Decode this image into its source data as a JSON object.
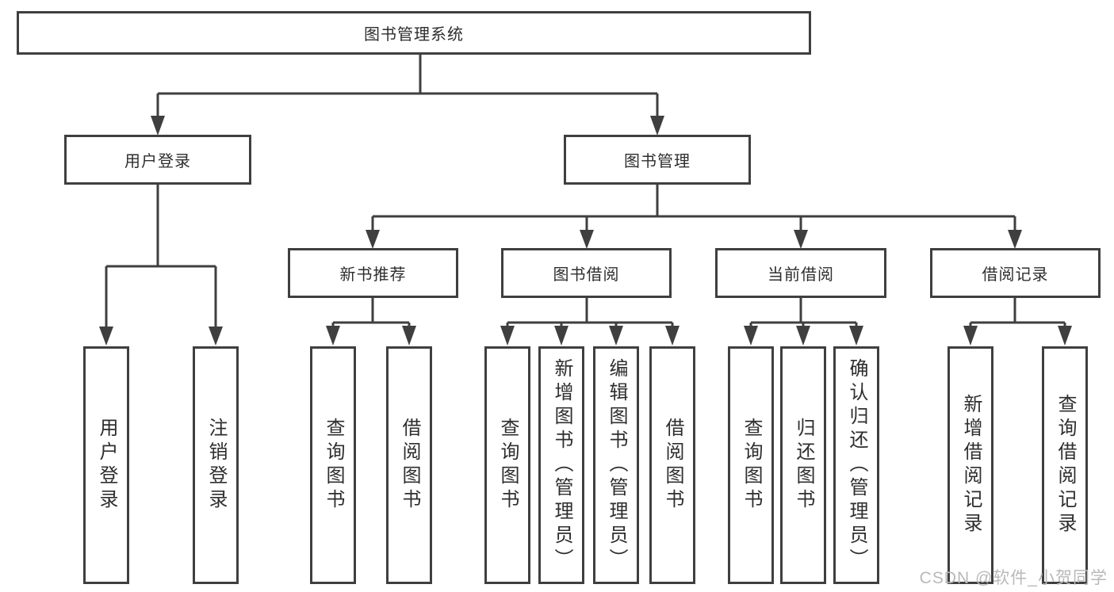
{
  "diagram": {
    "root": {
      "label": "图书管理系统"
    },
    "level2": {
      "user_login": {
        "label": "用户登录",
        "leaves": [
          "用户登录",
          "注销登录"
        ]
      },
      "book_management": {
        "label": "图书管理",
        "children": {
          "new_book_recommend": {
            "label": "新书推荐",
            "leaves": [
              "查询图书",
              "借阅图书"
            ]
          },
          "book_borrow": {
            "label": "图书借阅",
            "leaves": [
              "查询图书",
              "新增图书（管理员）",
              "编辑图书（管理员）",
              "借阅图书"
            ]
          },
          "current_borrow": {
            "label": "当前借阅",
            "leaves": [
              "查询图书",
              "归还图书",
              "确认归还（管理员）"
            ]
          },
          "borrow_records": {
            "label": "借阅记录",
            "leaves": [
              "新增借阅记录",
              "查询借阅记录"
            ]
          }
        }
      }
    }
  },
  "watermark": {
    "text": "CSDN @软件_小贺同学"
  },
  "colors": {
    "line": "#3f3f3f",
    "box_border": "#3f3f3f",
    "text": "#2e2e2e",
    "watermark": "#b9b9b9",
    "background": "#ffffff"
  }
}
